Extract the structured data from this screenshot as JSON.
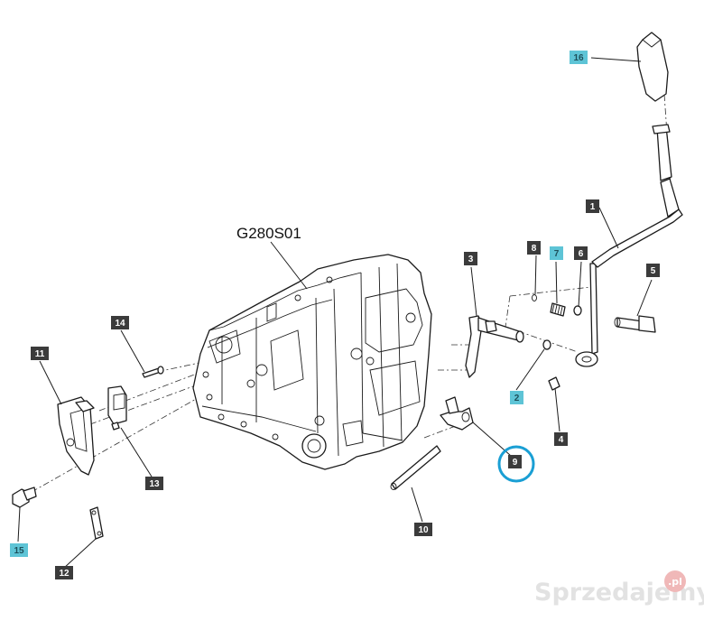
{
  "diagram": {
    "code_label": "G280S01",
    "watermark": "Sprzedajemy",
    "watermark_suffix": ".pl",
    "colors": {
      "dark_badge": "#3b3b3b",
      "cyan_badge": "#5ec4d6",
      "highlight_ring": "#1a9fd4"
    },
    "callouts": [
      {
        "id": "c1",
        "label": "1",
        "style": "dark"
      },
      {
        "id": "c2",
        "label": "2",
        "style": "cyan"
      },
      {
        "id": "c3",
        "label": "3",
        "style": "dark"
      },
      {
        "id": "c4",
        "label": "4",
        "style": "dark"
      },
      {
        "id": "c5",
        "label": "5",
        "style": "dark"
      },
      {
        "id": "c6",
        "label": "6",
        "style": "dark"
      },
      {
        "id": "c7",
        "label": "7",
        "style": "cyan"
      },
      {
        "id": "c8",
        "label": "8",
        "style": "dark"
      },
      {
        "id": "c9",
        "label": "9",
        "style": "dark",
        "highlighted": true
      },
      {
        "id": "c10",
        "label": "10",
        "style": "dark"
      },
      {
        "id": "c11",
        "label": "11",
        "style": "dark"
      },
      {
        "id": "c12",
        "label": "12",
        "style": "dark"
      },
      {
        "id": "c13",
        "label": "13",
        "style": "dark"
      },
      {
        "id": "c14",
        "label": "14",
        "style": "dark"
      },
      {
        "id": "c15",
        "label": "15",
        "style": "cyan"
      },
      {
        "id": "c16",
        "label": "16",
        "style": "cyan"
      }
    ]
  }
}
